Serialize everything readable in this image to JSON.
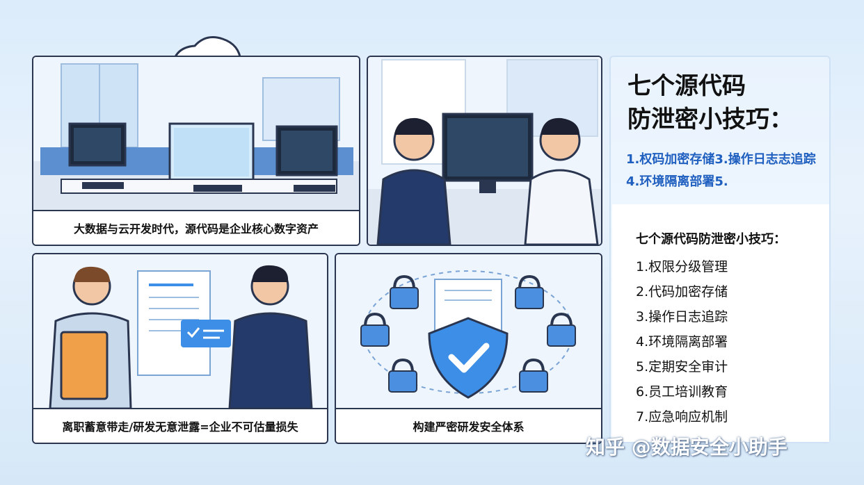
{
  "panels": {
    "office": {
      "caption": "大数据与云开发时代，源代码是企业核心数字资产"
    },
    "developers": {
      "caption": ""
    },
    "departure": {
      "caption": "离职蓄意带走/研发无意泄露=企业不可估量损失"
    },
    "security": {
      "caption": "构建严密研发安全体系"
    }
  },
  "side": {
    "title_line1": "七个源代码",
    "title_line2": "防泄密小技巧：",
    "subtitle": "1.权码加密存储3.操作日志志追踪4.环境隔离部署5.",
    "list_title": "七个源代码防泄密小技巧：",
    "tips": [
      "1.权限分级管理",
      "2.代码加密存储",
      "3.操作日志追踪",
      "4.环境隔离部署",
      "5.定期安全审计",
      "6.员工培训教育",
      "7.应急响应机制"
    ]
  },
  "watermark": "知乎 @数据安全小助手",
  "colors": {
    "accent_blue": "#1f5fbf",
    "border_navy": "#2a3550",
    "shield_blue": "#3d8ee6",
    "lock_blue": "#4a8fe0"
  }
}
